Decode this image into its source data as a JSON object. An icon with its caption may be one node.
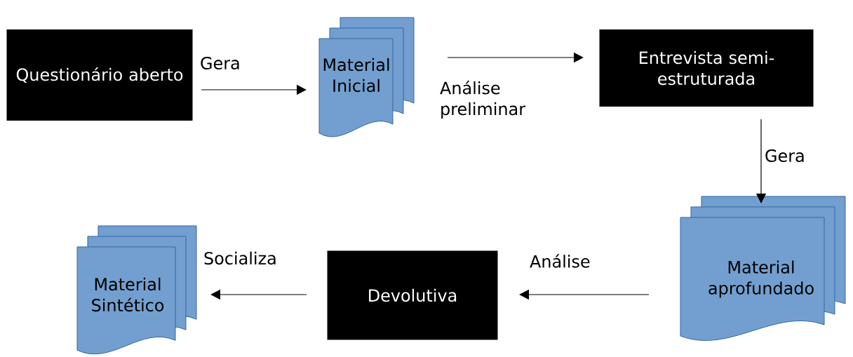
{
  "diagram": {
    "nodes": [
      {
        "text": [
          "Questionário aberto"
        ]
      },
      {
        "text": [
          "Material Inicial"
        ]
      },
      {
        "text": [
          "Entrevista semi-estruturada"
        ]
      },
      {
        "text": [
          "Material aprofundado"
        ]
      },
      {
        "text": [
          "Devolutiva"
        ]
      },
      {
        "text": [
          "Material Sintético"
        ]
      }
    ],
    "edges": [
      {
        "from": 0,
        "to": 1,
        "arrow": "to",
        "label": "Gera"
      },
      {
        "from": 1,
        "to": 2,
        "arrow": "to",
        "label": "Análise preliminar"
      },
      {
        "from": 2,
        "to": 3,
        "arrow": "to",
        "label": "Gera"
      },
      {
        "from": 3,
        "to": 4,
        "arrow": "to",
        "label": "Análise"
      },
      {
        "from": 4,
        "to": 5,
        "arrow": "to",
        "label": "Socializa"
      }
    ]
  }
}
